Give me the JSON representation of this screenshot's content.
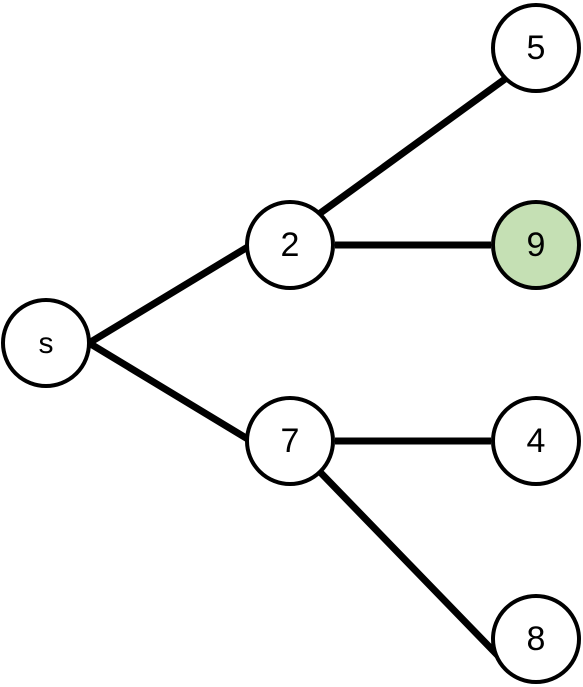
{
  "nodes": [
    {
      "id": "s",
      "label": "s",
      "fill": "#ffffff"
    },
    {
      "id": "n2",
      "label": "2",
      "fill": "#ffffff"
    },
    {
      "id": "n7",
      "label": "7",
      "fill": "#ffffff"
    },
    {
      "id": "n5",
      "label": "5",
      "fill": "#ffffff"
    },
    {
      "id": "n9",
      "label": "9",
      "fill": "#c5e0b4"
    },
    {
      "id": "n4",
      "label": "4",
      "fill": "#ffffff"
    },
    {
      "id": "n8",
      "label": "8",
      "fill": "#ffffff"
    }
  ],
  "edges": [
    {
      "from": "s",
      "to": "n2"
    },
    {
      "from": "s",
      "to": "n7"
    },
    {
      "from": "n2",
      "to": "n5"
    },
    {
      "from": "n2",
      "to": "n9"
    },
    {
      "from": "n7",
      "to": "n4"
    },
    {
      "from": "n7",
      "to": "n8"
    }
  ]
}
